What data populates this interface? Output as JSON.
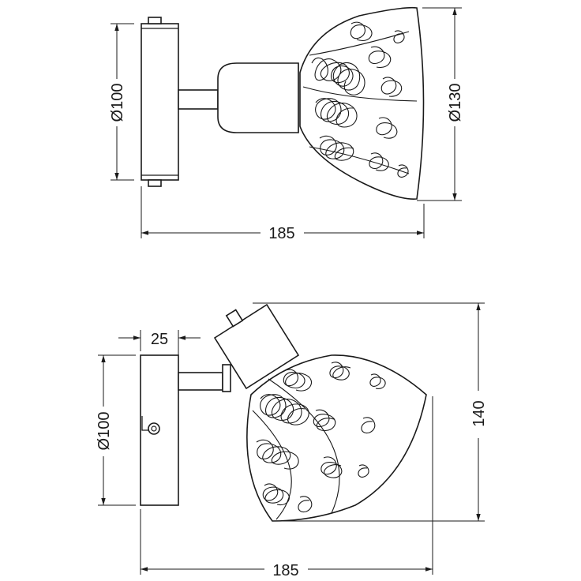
{
  "drawing": {
    "top_view": {
      "width_label": "185",
      "plate_diameter_label": "Ø100",
      "shade_diameter_label": "Ø130"
    },
    "side_view": {
      "width_label": "185",
      "plate_diameter_label": "Ø100",
      "depth_label": "25",
      "height_label": "140"
    }
  }
}
